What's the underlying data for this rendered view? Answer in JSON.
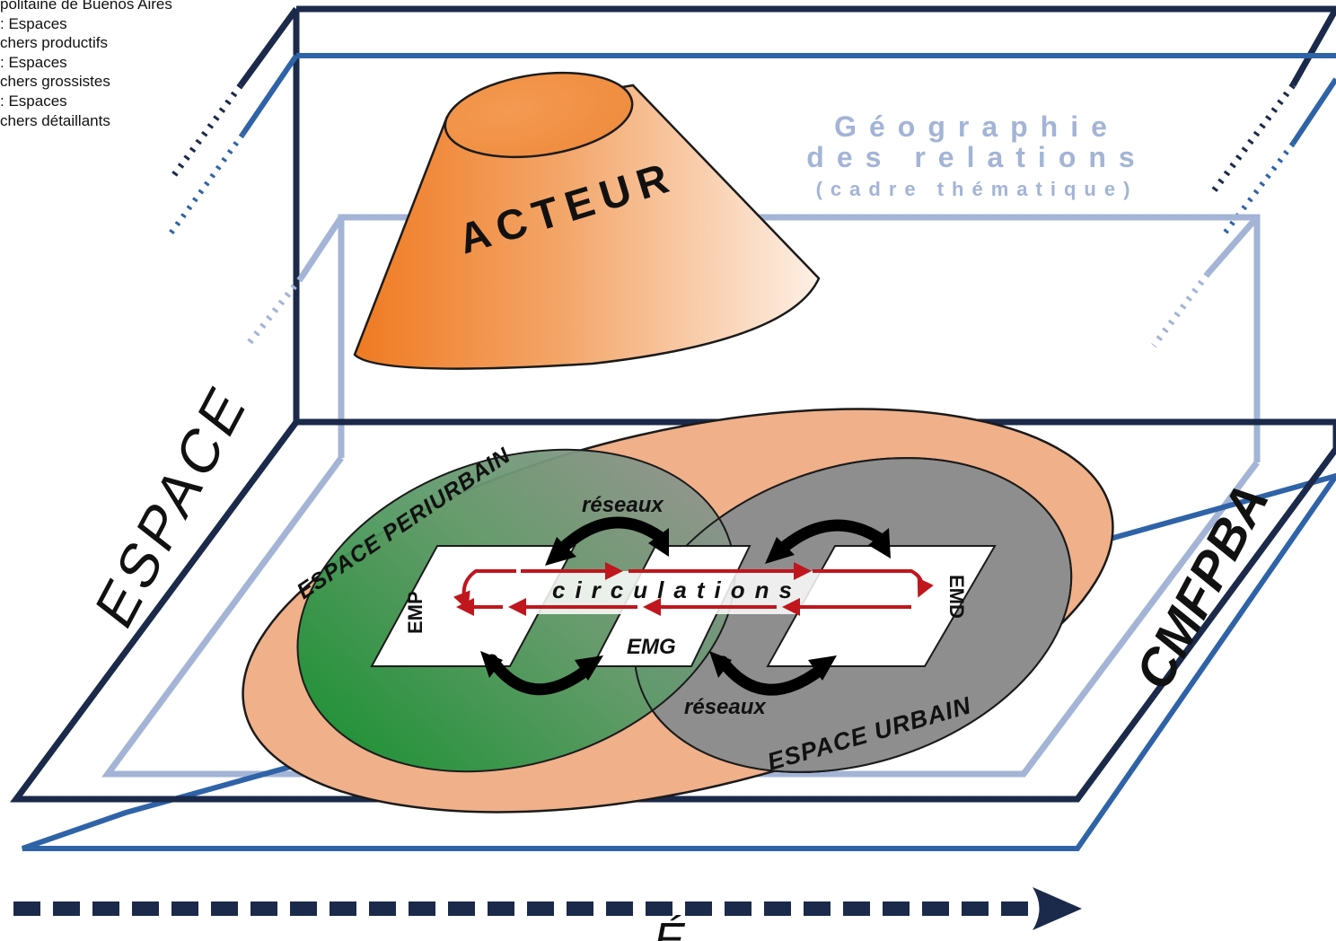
{
  "legend": {
    "lines": [
      "politaine de Buenos Aires",
      ": Espaces",
      "chers productifs",
      ": Espaces",
      "chers grossistes",
      ": Espaces",
      "chers détaillants"
    ]
  },
  "labels": {
    "acteur": "ACTEUR",
    "geo_line1": "Géographie",
    "geo_line2": "des relations",
    "geo_line3": "(cadre thématique)",
    "espace": "ESPACE",
    "cmfpba": "CMFPBA",
    "periurbain": "ESPACE PERIURBAIN",
    "urbain": "ESPACE URBAIN",
    "reseaux_top": "réseaux",
    "reseaux_bottom": "réseaux",
    "circulations": "circulations",
    "emp": "EMP",
    "emg": "EMG",
    "emd": "EMD",
    "bottom_partial": "É"
  },
  "colors": {
    "navy": "#1b2a4a",
    "blue": "#2f63a8",
    "pale_blue": "#a3b4d6",
    "peach": "#efb08a",
    "green": "#1f8f3a",
    "gray": "#8e8e8e",
    "red_arrow": "#c0161d",
    "orange": "#f07d2a"
  }
}
